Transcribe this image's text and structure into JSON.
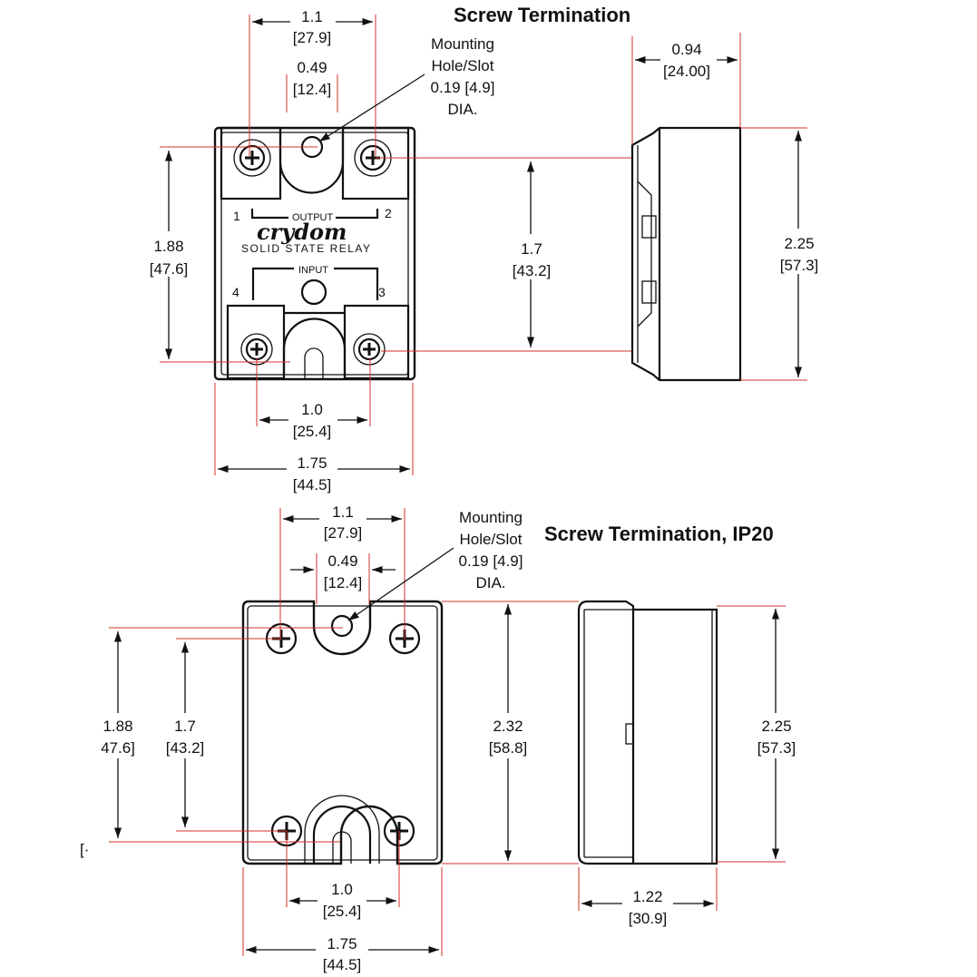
{
  "titles": {
    "top": "Screw Termination",
    "bottom": "Screw Termination, IP20"
  },
  "brand": {
    "name": "crydom",
    "subtitle": "SOLID STATE RELAY",
    "output_label": "OUTPUT",
    "input_label": "INPUT",
    "terminal_1": "1",
    "terminal_2": "2",
    "terminal_3": "3",
    "terminal_4": "4"
  },
  "mounting_note": {
    "line1": "Mounting",
    "line2": "Hole/Slot",
    "line3": "0.19 [4.9]",
    "line4": "DIA."
  },
  "top_view": {
    "top_width": {
      "in": "1.1",
      "mm": "[27.9]"
    },
    "slot_width": {
      "in": "0.49",
      "mm": "[12.4]"
    },
    "height": {
      "in": "1.88",
      "mm": "[47.6]"
    },
    "bottom_spacing": {
      "in": "1.0",
      "mm": "[25.4]"
    },
    "overall_width": {
      "in": "1.75",
      "mm": "[44.5]"
    },
    "screw_spacing": {
      "in": "1.7",
      "mm": "[43.2]"
    },
    "side_depth": {
      "in": "0.94",
      "mm": "[24.00]"
    },
    "side_height": {
      "in": "2.25",
      "mm": "[57.3]"
    }
  },
  "ip20_view": {
    "top_width": {
      "in": "1.1",
      "mm": "[27.9]"
    },
    "slot_width": {
      "in": "0.49",
      "mm": "[12.4]"
    },
    "height": {
      "in": "1.88",
      "mm": "47.6]"
    },
    "screw_spacing": {
      "in": "1.7",
      "mm": "[43.2]"
    },
    "overall_height": {
      "in": "2.32",
      "mm": "[58.8]"
    },
    "side_height": {
      "in": "2.25",
      "mm": "[57.3]"
    },
    "bottom_spacing": {
      "in": "1.0",
      "mm": "[25.4]"
    },
    "overall_width": {
      "in": "1.75",
      "mm": "[44.5]"
    },
    "side_depth": {
      "in": "1.22",
      "mm": "[30.9]"
    },
    "edge_fragment": "[·"
  },
  "colors": {
    "dimension_line": "#d0302a",
    "outline": "#111111"
  }
}
